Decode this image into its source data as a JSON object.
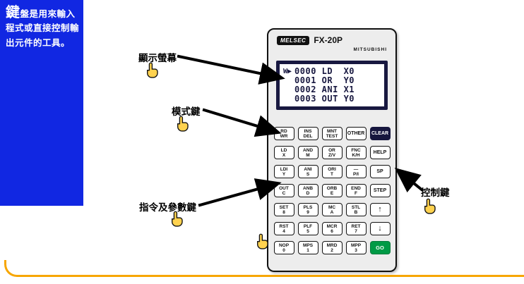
{
  "colors": {
    "panel_blue": "#1127e2",
    "accent_orange": "#f7a600",
    "key_dark_bg": "#16163e",
    "key_go_green": "#009a46",
    "lcd_navy": "#181840"
  },
  "intro": {
    "lead_char": "鍵",
    "text": "盤是用來輸入程式或直接控制輸出元件的工具。"
  },
  "device": {
    "logo": "MELSEC",
    "model": "FX-20P",
    "brand": "MITSUBISHI",
    "lcd": {
      "cursor": "W▶",
      "lines": [
        "0000 LD  X0",
        "0001 OR  Y0",
        "0002 ANI X1",
        "0003 OUT Y0"
      ]
    },
    "keypad": {
      "rows": [
        [
          {
            "t": "RD",
            "b": "WR"
          },
          {
            "t": "INS",
            "b": "DEL"
          },
          {
            "t": "MNT",
            "b": "TEST"
          },
          {
            "t": "OTHER"
          },
          {
            "t": "CLEAR",
            "s": "dark"
          }
        ],
        [
          {
            "t": "LD",
            "b": "X"
          },
          {
            "t": "AND",
            "b": "M"
          },
          {
            "t": "OR",
            "b": "Z/V"
          },
          {
            "t": "FNC",
            "b": "K/H"
          },
          {
            "t": "HELP"
          }
        ],
        [
          {
            "t": "LDI",
            "b": "Y"
          },
          {
            "t": "ANI",
            "b": "S"
          },
          {
            "t": "ORI",
            "b": "T"
          },
          {
            "t": "—",
            "b": "P/I"
          },
          {
            "t": "SP"
          }
        ],
        [
          {
            "t": "OUT",
            "b": "C"
          },
          {
            "t": "ANB",
            "b": "D"
          },
          {
            "t": "ORB",
            "b": "E"
          },
          {
            "t": "END",
            "b": "F"
          },
          {
            "t": "STEP"
          }
        ],
        [
          {
            "t": "SET",
            "b": "8"
          },
          {
            "t": "PLS",
            "b": "9"
          },
          {
            "t": "MC",
            "b": "A"
          },
          {
            "t": "STL",
            "b": "B"
          },
          {
            "t": "↑",
            "s": "glyph"
          }
        ],
        [
          {
            "t": "RST",
            "b": "4"
          },
          {
            "t": "PLF",
            "b": "5"
          },
          {
            "t": "MCR",
            "b": "6"
          },
          {
            "t": "RET",
            "b": "7"
          },
          {
            "t": "↓",
            "s": "glyph"
          }
        ],
        [
          {
            "t": "NOP",
            "b": "0"
          },
          {
            "t": "MPS",
            "b": "1"
          },
          {
            "t": "MRD",
            "b": "2"
          },
          {
            "t": "MPP",
            "b": "3"
          },
          {
            "t": "GO",
            "s": "green"
          }
        ]
      ]
    }
  },
  "callouts": {
    "display": "顯示螢幕",
    "mode": "模式鍵",
    "instruction": "指令及參數鍵",
    "control": "控制鍵"
  }
}
